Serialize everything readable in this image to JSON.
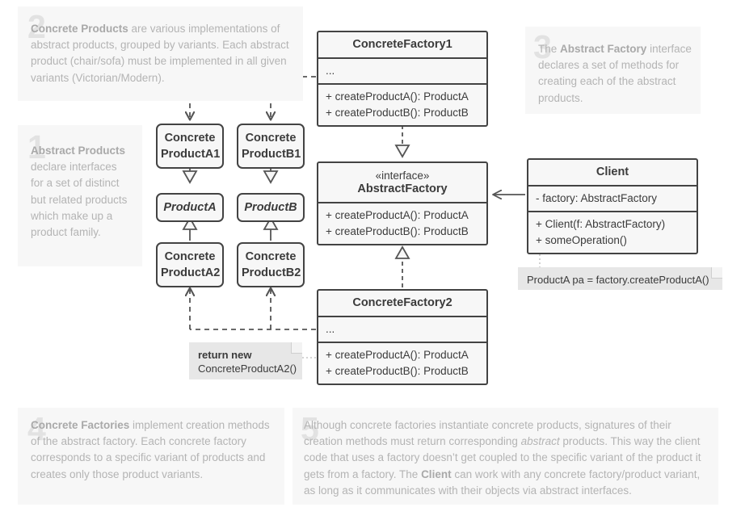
{
  "diagram": {
    "title": "Abstract Factory pattern structure",
    "colors": {
      "box_fill": "#f7f7f7",
      "box_border": "#434343",
      "caption_bg": "#f7f7f7",
      "caption_text": "#b4b4b4",
      "caption_number": "#e2e2e2",
      "note_fill": "#e7e7e7",
      "connector": "#555555"
    }
  },
  "classes": {
    "concrete_factory_1": {
      "name": "ConcreteFactory1",
      "attributes": [
        "..."
      ],
      "operations": [
        "+ createProductA(): ProductA",
        "+ createProductB(): ProductB"
      ]
    },
    "concrete_factory_2": {
      "name": "ConcreteFactory2",
      "attributes": [
        "..."
      ],
      "operations": [
        "+ createProductA(): ProductA",
        "+ createProductB(): ProductB"
      ]
    },
    "abstract_factory": {
      "stereotype": "«interface»",
      "name": "AbstractFactory",
      "operations": [
        "+ createProductA(): ProductA",
        "+ createProductB(): ProductB"
      ]
    },
    "client": {
      "name": "Client",
      "attributes": [
        "- factory: AbstractFactory"
      ],
      "operations": [
        "+ Client(f: AbstractFactory)",
        "+ someOperation()"
      ]
    },
    "concrete_product_a1": {
      "name": "Concrete\nProductA1",
      "line1": "Concrete",
      "line2": "ProductA1"
    },
    "concrete_product_b1": {
      "name": "Concrete\nProductB1",
      "line1": "Concrete",
      "line2": "ProductB1"
    },
    "product_a": {
      "name": "ProductA"
    },
    "product_b": {
      "name": "ProductB"
    },
    "concrete_product_a2": {
      "name": "Concrete\nProductA2",
      "line1": "Concrete",
      "line2": "ProductA2"
    },
    "concrete_product_b2": {
      "name": "Concrete\nProductB2",
      "line1": "Concrete",
      "line2": "ProductB2"
    }
  },
  "notes": {
    "client_note": "ProductA pa = factory.createProductA()",
    "factory2_note": {
      "bold": "return new",
      "rest": "ConcreteProductA2()"
    }
  },
  "captions": {
    "one": {
      "number": "1",
      "bold": "Abstract Products",
      "text": " declare interfaces for a set of distinct but related products which make up a product family."
    },
    "two": {
      "number": "2",
      "bold": "Concrete Products",
      "text": " are various implementations of abstract products, grouped by variants. Each abstract product (chair/sofa) must be implemented in all given variants (Victorian/Modern)."
    },
    "three": {
      "number": "3",
      "prefix": "The ",
      "bold": "Abstract Factory",
      "text": " interface declares a set of methods for creating each of the abstract products."
    },
    "four": {
      "number": "4",
      "bold": "Concrete Factories",
      "text": " implement creation methods of the abstract factory. Each concrete factory corresponds to a specific variant of products and creates only those product variants."
    },
    "five": {
      "number": "5",
      "part1": "Although concrete factories instantiate concrete products, signatures of their creation methods must return corresponding ",
      "italic": "abstract",
      "part2": " products. This way the client code that uses a factory doesn’t get coupled to the specific variant of the product it gets from a factory. The ",
      "bold": "Client",
      "part3": " can work with any concrete factory/product variant, as long as it communicates with their objects via abstract interfaces."
    }
  }
}
